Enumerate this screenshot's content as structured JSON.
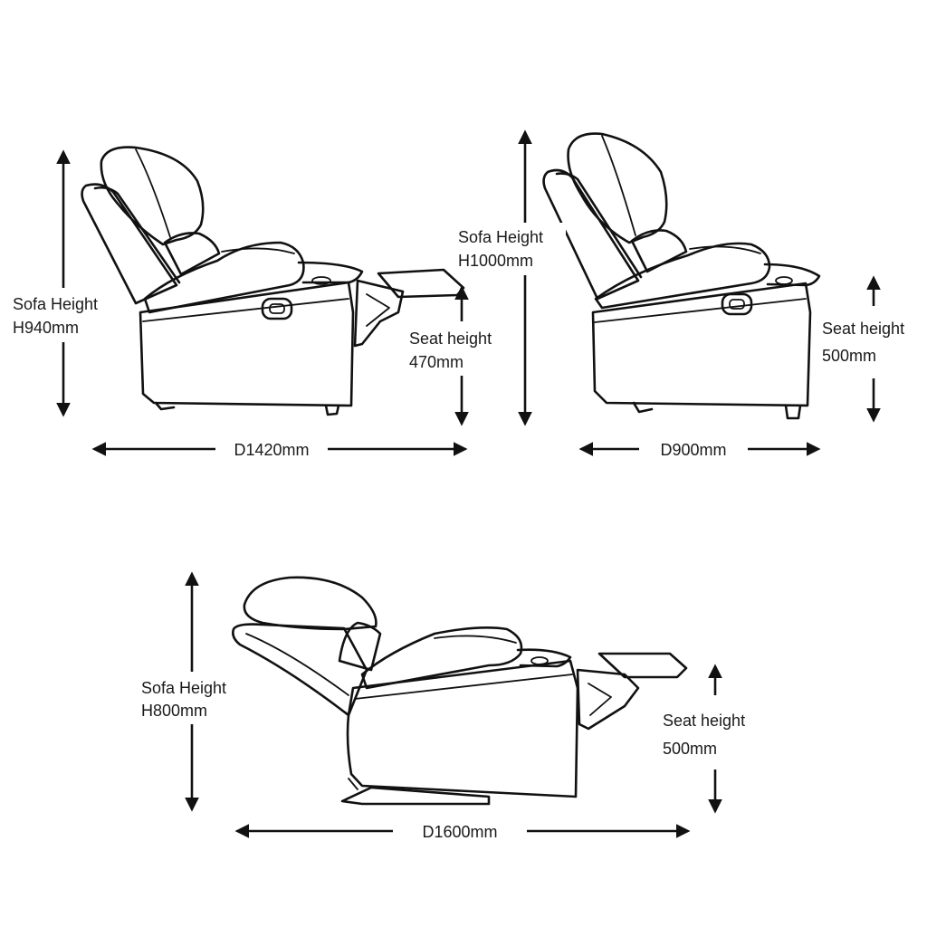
{
  "views": [
    {
      "id": "partial-recline",
      "height_label_1": "Sofa Height",
      "height_label_2": "H940mm",
      "seat_label_1": "Seat height",
      "seat_label_2": "470mm",
      "depth_label": "D1420mm"
    },
    {
      "id": "upright",
      "height_label_1": "Sofa Height",
      "height_label_2": "H1000mm",
      "seat_label_1": "Seat height",
      "seat_label_2": "500mm",
      "depth_label": "D900mm"
    },
    {
      "id": "full-recline",
      "height_label_1": "Sofa Height",
      "height_label_2": "H800mm",
      "seat_label_1": "Seat height",
      "seat_label_2": "500mm",
      "depth_label": "D1600mm"
    }
  ]
}
